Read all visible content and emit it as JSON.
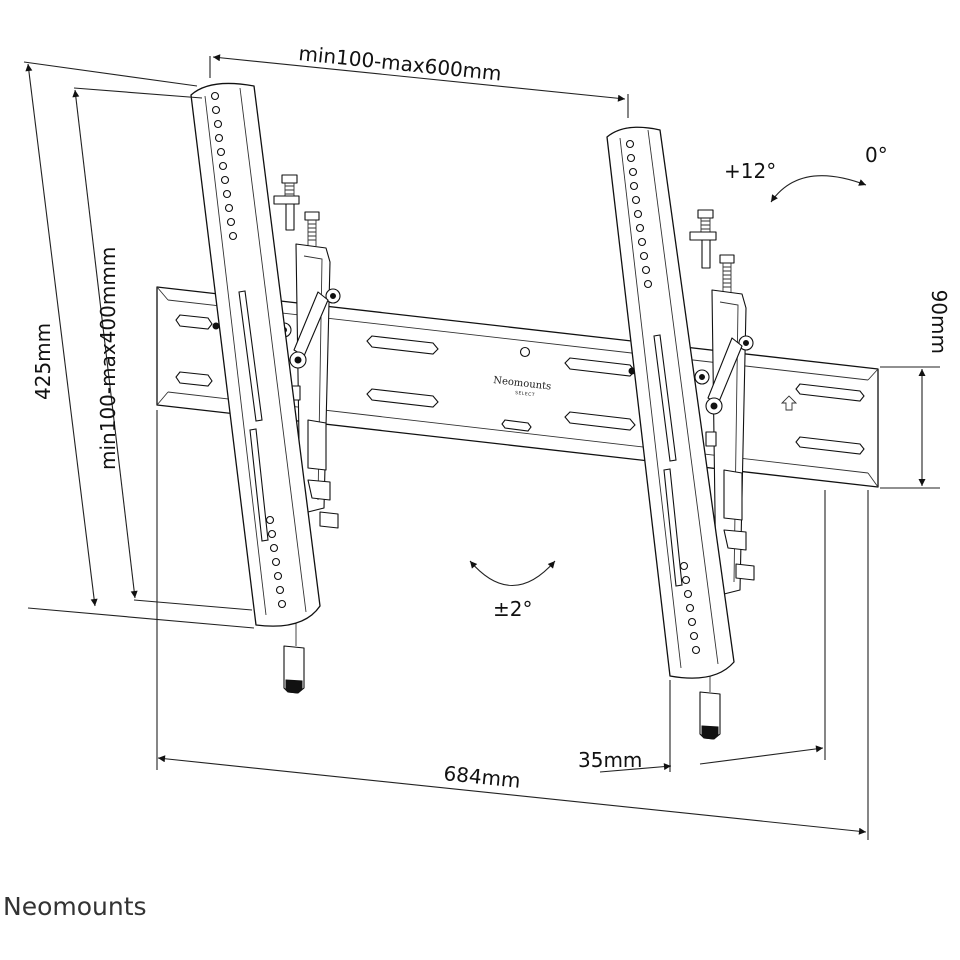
{
  "dimensions": {
    "vesa_width": "min100-max600mm",
    "vesa_height": "min100-max400mmm",
    "overall_height": "425mm",
    "rail_height": "90mm",
    "overall_width": "684mm",
    "depth": "35mm"
  },
  "angles": {
    "tilt_up": "+12°",
    "tilt_zero": "0°",
    "level_adjust": "±2°"
  },
  "plate_logo": {
    "brand": "Neomounts",
    "line": "SELECT"
  },
  "footer_brand": "Neomounts"
}
